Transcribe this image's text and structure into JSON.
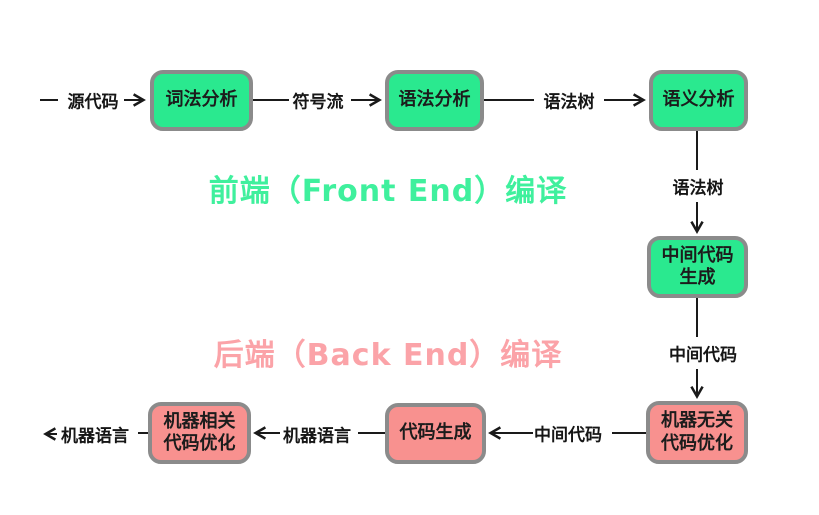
{
  "colors": {
    "green_fill": "#2ae98f",
    "pink_fill": "#f8918f",
    "front_title": "#3ff09d",
    "back_title": "#fba3a8",
    "border_gray": "#8b8b8b",
    "line_color": "#1a1a1a",
    "label_color": "#161616"
  },
  "titles": {
    "front_end": "前端（Front End）编译",
    "back_end": "后端（Back End）编译"
  },
  "nodes": {
    "lexical_analysis": "词法分析",
    "syntax_analysis": "语法分析",
    "semantic_analysis": "语义分析",
    "ir_generation": "中间代码\n生成",
    "machine_independent_optimization": "机器无关\n代码优化",
    "code_generation": "代码生成",
    "machine_dependent_optimization": "机器相关\n代码优化"
  },
  "edge_labels": {
    "source_code": "源代码",
    "token_stream": "符号流",
    "syntax_tree_top": "语法树",
    "syntax_tree_right": "语法树",
    "intermediate_code_right": "中间代码",
    "intermediate_code_bottom": "中间代码",
    "machine_language_mid": "机器语言",
    "machine_language_left": "机器语言"
  }
}
